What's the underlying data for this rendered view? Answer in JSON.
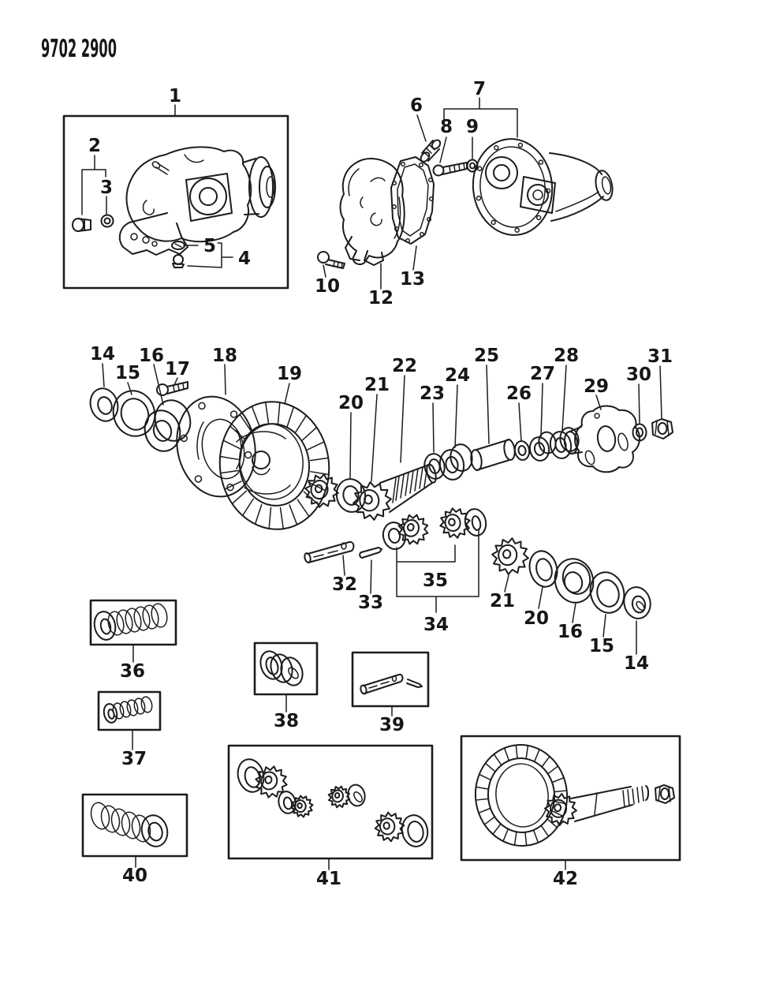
{
  "document": {
    "part_number": "9702 2900"
  },
  "callouts": {
    "c1": "1",
    "c2": "2",
    "c3": "3",
    "c4": "4",
    "c5": "5",
    "c6": "6",
    "c7": "7",
    "c8": "8",
    "c9": "9",
    "c10": "10",
    "c12": "12",
    "c13": "13",
    "c14": "14",
    "c15": "15",
    "c16": "16",
    "c17": "17",
    "c18": "18",
    "c19": "19",
    "c20": "20",
    "c21": "21",
    "c22": "22",
    "c23": "23",
    "c24": "24",
    "c25": "25",
    "c26": "26",
    "c27": "27",
    "c28": "28",
    "c29": "29",
    "c30": "30",
    "c31": "31",
    "c32": "32",
    "c33": "33",
    "c34": "34",
    "c35": "35",
    "c36": "36",
    "c37": "37",
    "c38": "38",
    "c39": "39",
    "c40": "40",
    "c41": "41",
    "c42": "42",
    "c14b": "14",
    "c15b": "15",
    "c16b": "16",
    "c20b": "20",
    "c21b": "21"
  }
}
